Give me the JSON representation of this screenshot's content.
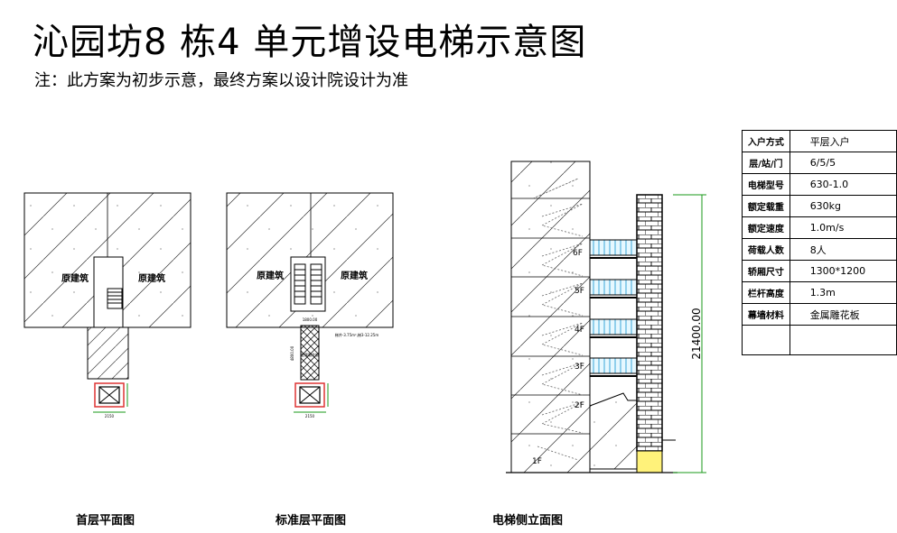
{
  "title": "沁园坊8 栋4 单元增设电梯示意图",
  "note": "注：此方案为初步示意，最终方案以设计院设计为准",
  "plans": {
    "existing_label": "原建筑",
    "dim_width": "2150",
    "dim_depth": "1800",
    "std_top_dim": "1800.00",
    "std_side_dim": "4800.00",
    "std_stair_note": "梯井-3.75m²,梯3-12.25m",
    "std_shaft_label": "金属雕花板"
  },
  "elevation": {
    "floors": [
      "6F",
      "5F",
      "4F",
      "3F",
      "2F",
      "1F"
    ],
    "height_dim": "21400.00"
  },
  "captions": {
    "ground": "首层平面图",
    "standard": "标准层平面图",
    "elevation": "电梯侧立面图"
  },
  "specs": [
    {
      "k": "入户方式",
      "v": "平层入户"
    },
    {
      "k": "层/站/门",
      "v": "6/5/5"
    },
    {
      "k": "电梯型号",
      "v": "630-1.0"
    },
    {
      "k": "额定载重",
      "v": "630kg"
    },
    {
      "k": "额定速度",
      "v": "1.0m/s"
    },
    {
      "k": "荷载人数",
      "v": "8人"
    },
    {
      "k": "轿厢尺寸",
      "v": "1300*1200"
    },
    {
      "k": "栏杆高度",
      "v": "1.3m"
    },
    {
      "k": "幕墙材料",
      "v": "金属雕花板"
    },
    {
      "k": "",
      "v": ""
    }
  ]
}
